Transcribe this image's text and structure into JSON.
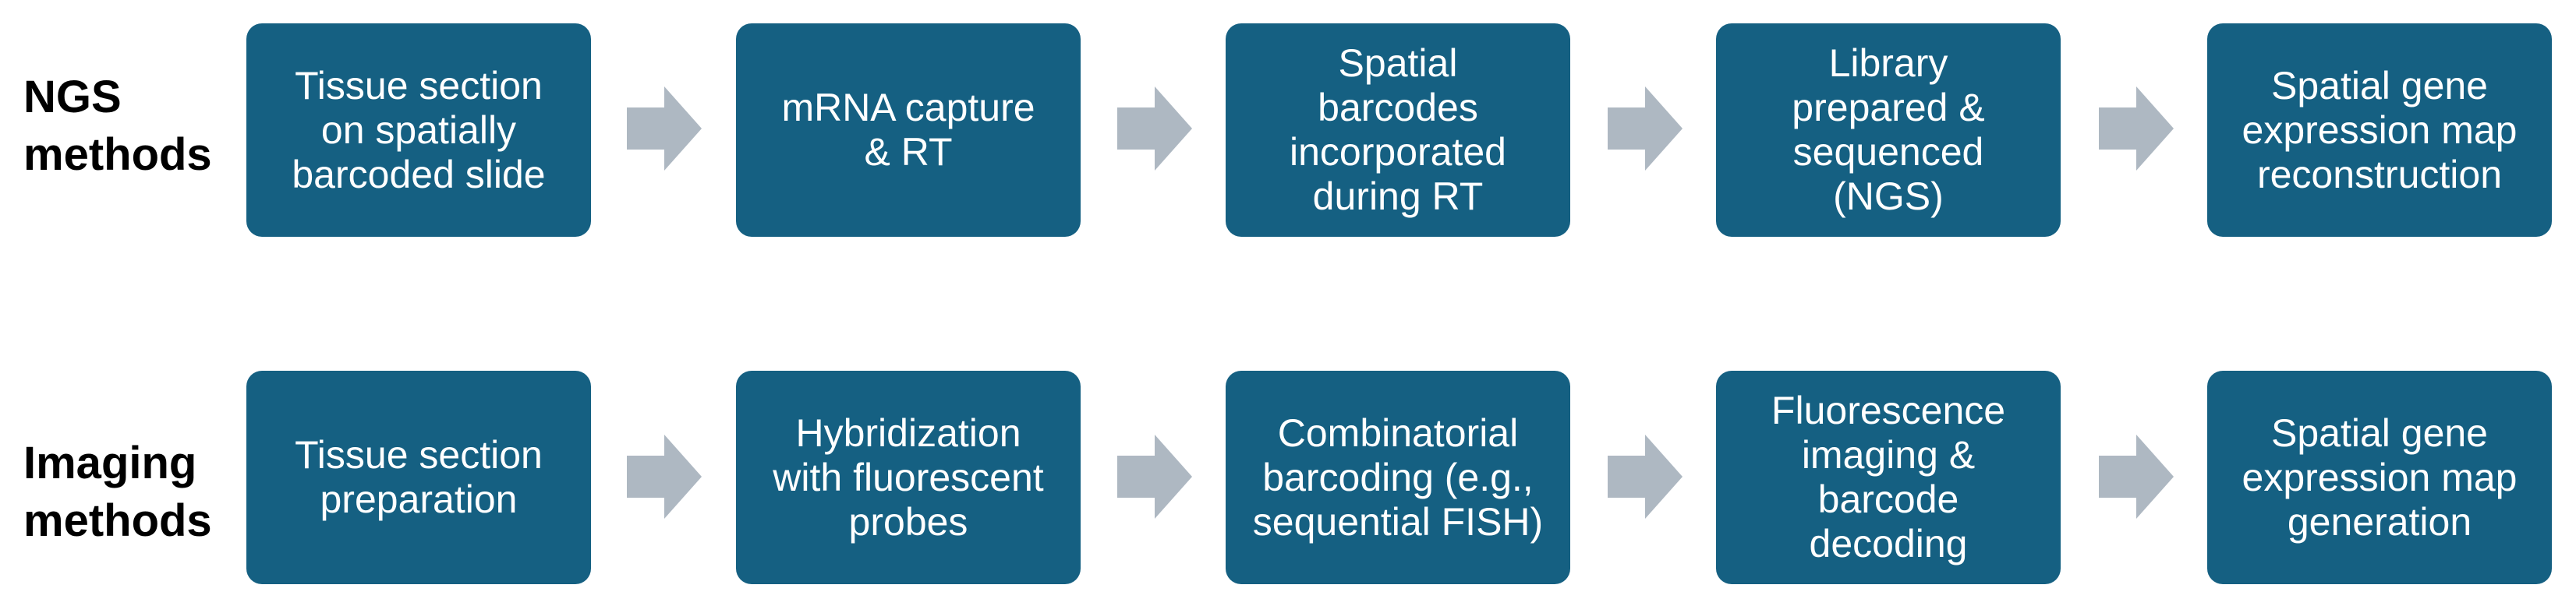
{
  "colors": {
    "box_fill": "#156082",
    "box_text": "#ffffff",
    "arrow": "#aeb8c2",
    "label": "#000000"
  },
  "rows": [
    {
      "label": [
        "NGS",
        "methods"
      ],
      "steps": [
        "Tissue section\non spatially\nbarcoded slide",
        "mRNA capture\n& RT",
        "Spatial\nbarcodes\nincorporated\nduring RT",
        "Library\nprepared &\nsequenced\n(NGS)",
        "Spatial gene\nexpression map\nreconstruction"
      ]
    },
    {
      "label": [
        "Imaging",
        "methods"
      ],
      "steps": [
        "Tissue section\npreparation",
        "Hybridization\nwith fluorescent\nprobes",
        "Combinatorial\nbarcoding (e.g.,\nsequential FISH)",
        "Fluorescence\nimaging &\nbarcode\ndecoding",
        "Spatial gene\nexpression map\ngeneration"
      ]
    }
  ]
}
